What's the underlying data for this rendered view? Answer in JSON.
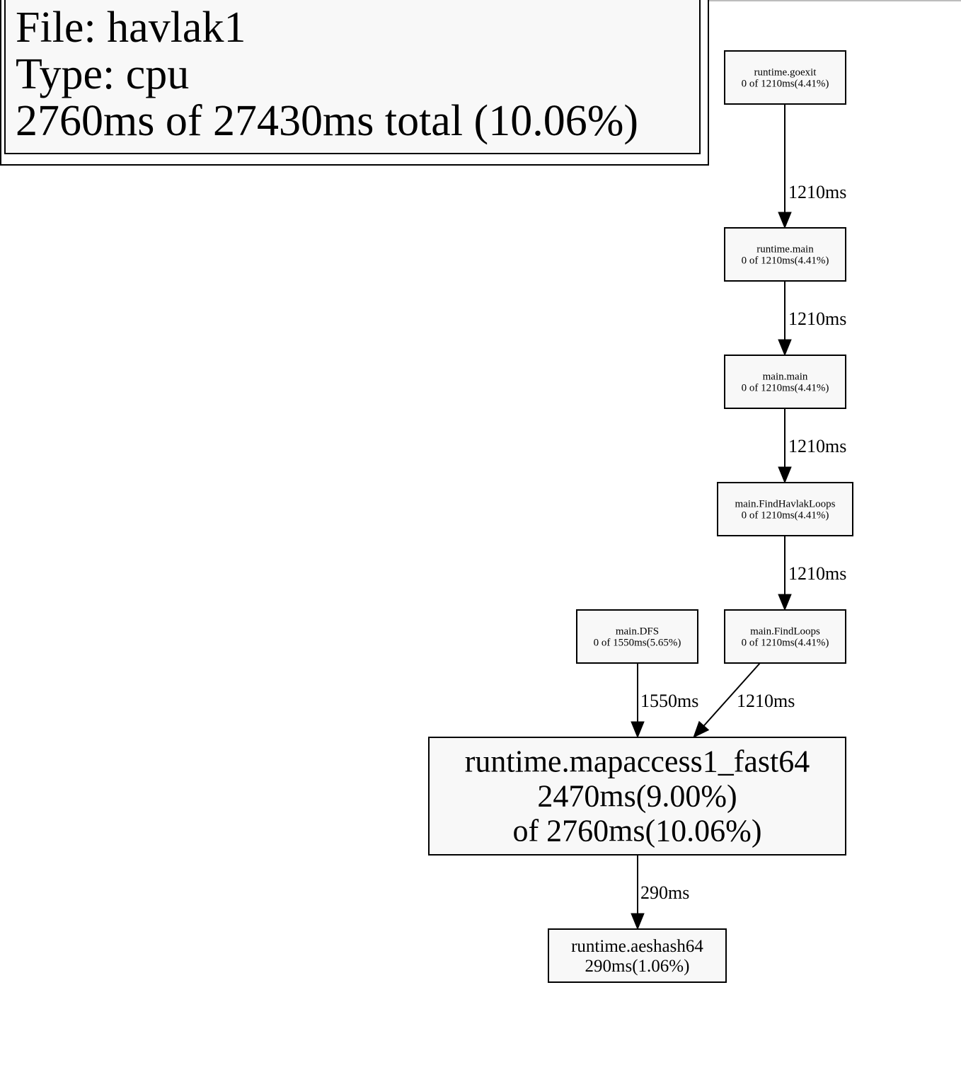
{
  "legend": {
    "file": "File: havlak1",
    "type": "Type: cpu",
    "total": "2760ms of 27430ms total (10.06%)"
  },
  "nodes": [
    {
      "id": "goexit",
      "lines": [
        "runtime.goexit",
        "0 of 1210ms(4.41%)"
      ]
    },
    {
      "id": "rtmain",
      "lines": [
        "runtime.main",
        "0 of 1210ms(4.41%)"
      ]
    },
    {
      "id": "mainmain",
      "lines": [
        "main.main",
        "0 of 1210ms(4.41%)"
      ]
    },
    {
      "id": "findhavlak",
      "lines": [
        "main.FindHavlakLoops",
        "0 of 1210ms(4.41%)"
      ]
    },
    {
      "id": "dfs",
      "lines": [
        "main.DFS",
        "0 of 1550ms(5.65%)"
      ]
    },
    {
      "id": "findloops",
      "lines": [
        "main.FindLoops",
        "0 of 1210ms(4.41%)"
      ]
    },
    {
      "id": "mapaccess",
      "lines": [
        "runtime.mapaccess1_fast64",
        "2470ms(9.00%)",
        "of 2760ms(10.06%)"
      ]
    },
    {
      "id": "aeshash",
      "lines": [
        "runtime.aeshash64",
        "290ms(1.06%)"
      ]
    }
  ],
  "edges": [
    {
      "from": "goexit",
      "to": "rtmain",
      "label": "1210ms"
    },
    {
      "from": "rtmain",
      "to": "mainmain",
      "label": "1210ms"
    },
    {
      "from": "mainmain",
      "to": "findhavlak",
      "label": "1210ms"
    },
    {
      "from": "findhavlak",
      "to": "findloops",
      "label": "1210ms"
    },
    {
      "from": "dfs",
      "to": "mapaccess",
      "label": "1550ms"
    },
    {
      "from": "findloops",
      "to": "mapaccess",
      "label": "1210ms"
    },
    {
      "from": "mapaccess",
      "to": "aeshash",
      "label": "290ms"
    }
  ]
}
